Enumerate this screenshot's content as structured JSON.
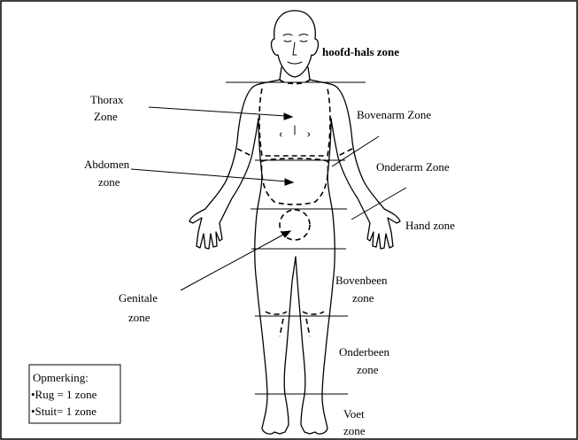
{
  "labels": {
    "head_neck": "hoofd-hals zone",
    "thorax_1": "Thorax",
    "thorax_2": "Zone",
    "upper_arm": "Bovenarm Zone",
    "abdomen_1": "Abdomen",
    "abdomen_2": "zone",
    "forearm": "Onderarm Zone",
    "hand": "Hand zone",
    "genital_1": "Genitale",
    "genital_2": "zone",
    "thigh_1": "Bovenbeen",
    "thigh_2": "zone",
    "lower_leg_1": "Onderbeen",
    "lower_leg_2": "zone",
    "foot_1": "Voet",
    "foot_2": "zone"
  },
  "note": {
    "title": "Opmerking:",
    "line1": "•Rug = 1 zone",
    "line2": "•Stuit= 1 zone"
  },
  "colors": {
    "ink": "#000000",
    "background": "#ffffff"
  }
}
